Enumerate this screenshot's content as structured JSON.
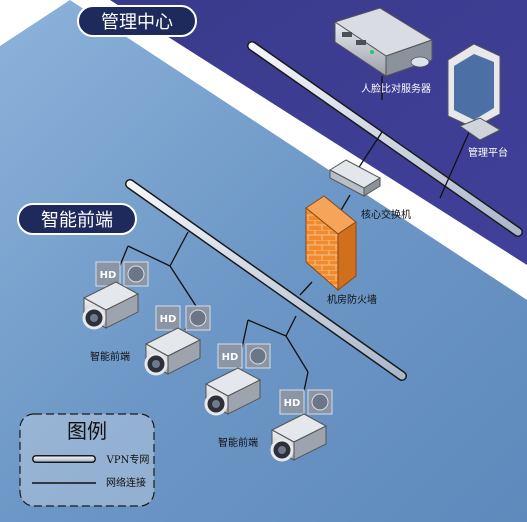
{
  "zones": {
    "management": {
      "title": "管理中心",
      "color": "#3b3a8f"
    },
    "smart": {
      "title": "智能前端",
      "color": "#6f99c5"
    }
  },
  "devices": {
    "server": "人脸比对服务器",
    "platform": "管理平台",
    "switch": "核心交换机",
    "firewall": "机房防火墙"
  },
  "camera_groups": {
    "left": "智能前端",
    "right": "智能前端"
  },
  "camera_badge": "HD",
  "legend": {
    "title": "图例",
    "vpn": "VPN专网",
    "network": "网络连接"
  },
  "colors": {
    "vpn_fill": "#c9d3e2",
    "line": "#111111",
    "firewall": "#f08a2c"
  }
}
